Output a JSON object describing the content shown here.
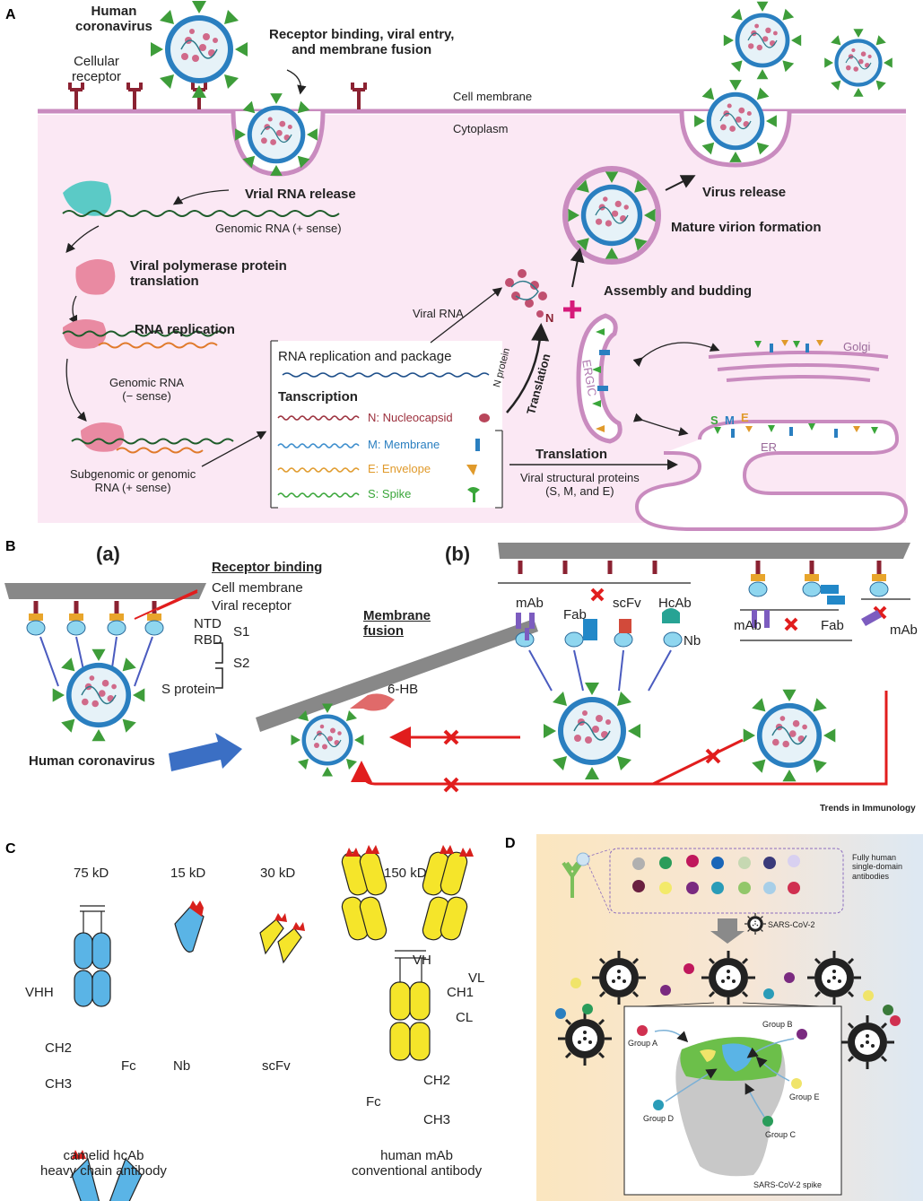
{
  "panels": {
    "a": "A",
    "b": "B",
    "c": "C",
    "d": "D"
  },
  "panelA": {
    "human_coronavirus": [
      "Human",
      "coronavirus"
    ],
    "cellular_receptor": [
      "Cellular",
      "receptor"
    ],
    "receptor_binding": [
      "Receptor binding, viral entry,",
      "and membrane  fusion"
    ],
    "cell_membrane": "Cell membrane",
    "cytoplasm": "Cytoplasm",
    "vrial_rna_release": "Vrial RNA release",
    "genomic_rna_plus": "Genomic RNA (+ sense)",
    "polymerase": [
      "Viral polymerase protein",
      "translation"
    ],
    "rna_replication": "RNA replication",
    "genomic_rna_minus": [
      "Genomic RNA",
      "(− sense)"
    ],
    "subgenomic": [
      "Subgenomic or genomic",
      "RNA (+ sense)"
    ],
    "box_title": "RNA replication and package",
    "tanscription": "Tanscription",
    "n_nucleocapsid": "N: Nucleocapsid",
    "m_membrane": "M: Membrane",
    "e_envelope": "E: Envelope",
    "s_spike": "S: Spike",
    "viral_rna": "Viral RNA",
    "n_label": "N",
    "n_protein": "N protein",
    "translation_vert": "Translation",
    "assembly": "Assembly and budding",
    "mature": "Mature virion formation",
    "virus_release": "Virus release",
    "ergic": "ERGIC",
    "golgi": "Golgi",
    "er": "ER",
    "sme": [
      "S",
      "M",
      "E"
    ],
    "translation": "Translation",
    "viral_structural": [
      "Viral structural proteins",
      "(S, M, and E)"
    ]
  },
  "panelB": {
    "a_label": "(a)",
    "b_label": "(b)",
    "receptor_binding": "Receptor binding",
    "cell_membrane": "Cell membrane",
    "viral_receptor": "Viral receptor",
    "ntd": "NTD",
    "rbd": "RBD",
    "s1": "S1",
    "s2": "S2",
    "s_protein": "S protein",
    "human_coronavirus": "Human coronavirus",
    "membrane_fusion": [
      "Membrane",
      "fusion"
    ],
    "six_hb": "6-HB",
    "mab": "mAb",
    "fab": "Fab",
    "scfv": "scFv",
    "hcab": "HcAb",
    "nb": "Nb",
    "mab2": "mAb",
    "fab2": "Fab",
    "mab3": "mAb",
    "trends": "Trends in Immunology"
  },
  "panelC": {
    "kd75": "75 kD",
    "kd15": "15 kD",
    "kd30": "30 kD",
    "kd150": "150 kD",
    "vhh": "VHH",
    "ch2": "CH2",
    "ch3": "CH3",
    "fc": "Fc",
    "nb": "Nb",
    "scfv": "scFv",
    "vh": "VH",
    "vl": "VL",
    "ch1": "CH1",
    "cl": "CL",
    "ch2b": "CH2",
    "ch3b": "CH3",
    "fcb": "Fc",
    "camelid": [
      "camelid hcAb",
      "heavy chain antibody"
    ],
    "human": [
      "human mAb",
      "conventional antibody"
    ]
  },
  "panelD": {
    "fully_human": [
      "Fully human",
      "single-domain",
      "antibodies"
    ],
    "sars_cov_2": "SARS-CoV-2",
    "group_a": "Group A",
    "group_b": "Group B",
    "group_c": "Group C",
    "group_d": "Group D",
    "group_e": "Group E",
    "spike": "SARS-CoV-2 spike"
  },
  "colors": {
    "cytoplasm": "#fbe8f4",
    "membrane": "#c98bbf",
    "spike_green": "#3e9d3a",
    "envelope_blue": "#2a7fc0",
    "red_arrow": "#e11d1d",
    "nanobody_blue": "#5aaee0",
    "mab_yellow": "#f5e52a",
    "tip_red": "#d8201c"
  }
}
